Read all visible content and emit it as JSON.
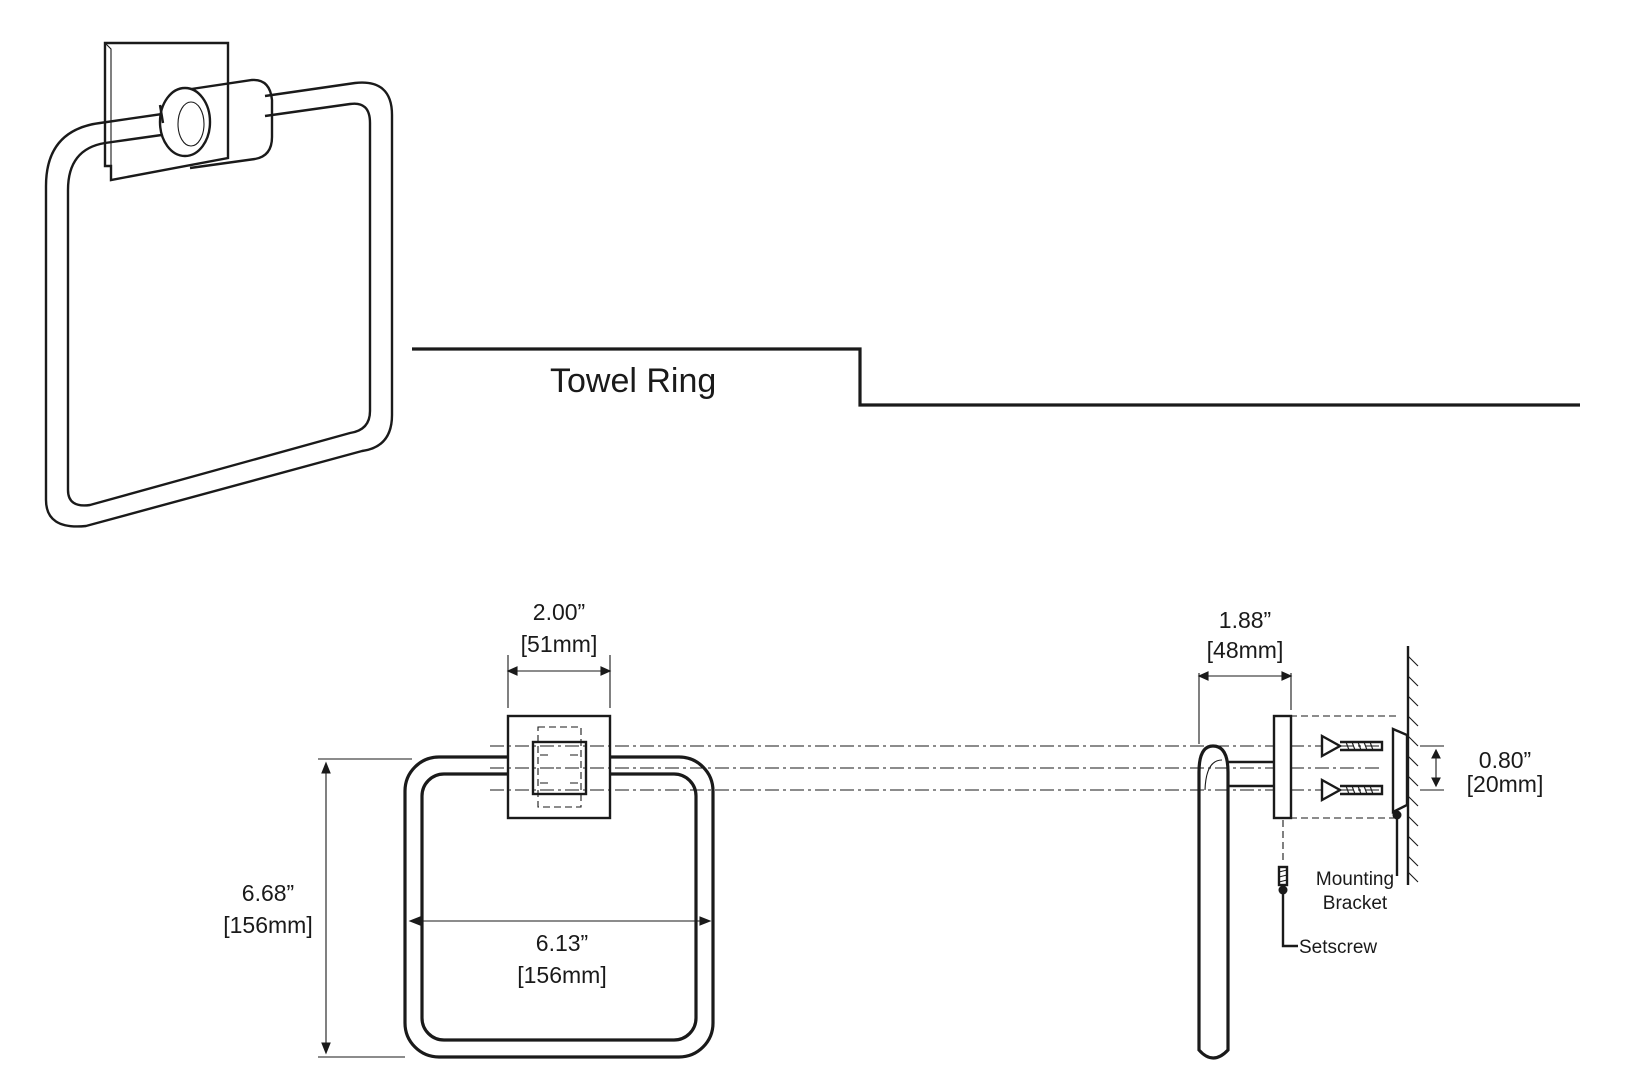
{
  "title": "Towel Ring",
  "dimensions": {
    "width_top": {
      "imperial": "2.00”",
      "metric": "[51mm]"
    },
    "depth": {
      "imperial": "1.88”",
      "metric": "[48mm]"
    },
    "bracket_spacing": {
      "imperial": "0.80”",
      "metric": "[20mm]"
    },
    "height": {
      "imperial": "6.68”",
      "metric": "[156mm]"
    },
    "ring_width": {
      "imperial": "6.13”",
      "metric": "[156mm]"
    }
  },
  "callouts": {
    "mounting_bracket": [
      "Mounting",
      "Bracket"
    ],
    "setscrew": "Setscrew"
  }
}
